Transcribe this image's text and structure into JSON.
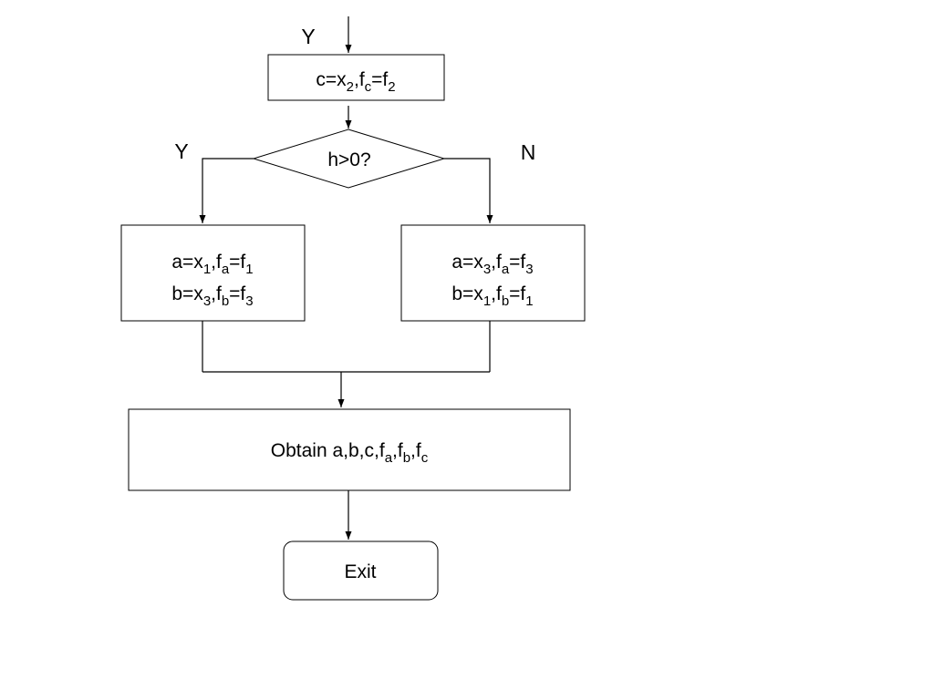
{
  "diagram": {
    "labels": {
      "entry_yes": "Y",
      "decision_yes": "Y",
      "decision_no": "N"
    },
    "nodes": {
      "assign_c": {
        "lines": [
          [
            {
              "t": "c=x"
            },
            {
              "t": "2",
              "sub": true
            },
            {
              "t": ",f"
            },
            {
              "t": "c",
              "sub": true
            },
            {
              "t": "=f"
            },
            {
              "t": "2",
              "sub": true
            }
          ]
        ]
      },
      "decision": {
        "lines": [
          [
            {
              "t": "h>0?"
            }
          ]
        ]
      },
      "left_box": {
        "lines": [
          [
            {
              "t": "a=x"
            },
            {
              "t": "1",
              "sub": true
            },
            {
              "t": ",f"
            },
            {
              "t": "a",
              "sub": true
            },
            {
              "t": "=f"
            },
            {
              "t": "1",
              "sub": true
            }
          ],
          [
            {
              "t": "b=x"
            },
            {
              "t": "3",
              "sub": true
            },
            {
              "t": ",f"
            },
            {
              "t": "b",
              "sub": true
            },
            {
              "t": "=f"
            },
            {
              "t": "3",
              "sub": true
            }
          ]
        ]
      },
      "right_box": {
        "lines": [
          [
            {
              "t": "a=x"
            },
            {
              "t": "3",
              "sub": true
            },
            {
              "t": ",f"
            },
            {
              "t": "a",
              "sub": true
            },
            {
              "t": "=f"
            },
            {
              "t": "3",
              "sub": true
            }
          ],
          [
            {
              "t": "b=x"
            },
            {
              "t": "1",
              "sub": true
            },
            {
              "t": ",f"
            },
            {
              "t": "b",
              "sub": true
            },
            {
              "t": "=f"
            },
            {
              "t": "1",
              "sub": true
            }
          ]
        ]
      },
      "obtain_box": {
        "lines": [
          [
            {
              "t": "Obtain a,b,c,f"
            },
            {
              "t": "a",
              "sub": true
            },
            {
              "t": ",f"
            },
            {
              "t": "b",
              "sub": true
            },
            {
              "t": ",f"
            },
            {
              "t": "c",
              "sub": true
            }
          ]
        ]
      },
      "exit_box": {
        "lines": [
          [
            {
              "t": "Exit"
            }
          ]
        ]
      }
    }
  }
}
